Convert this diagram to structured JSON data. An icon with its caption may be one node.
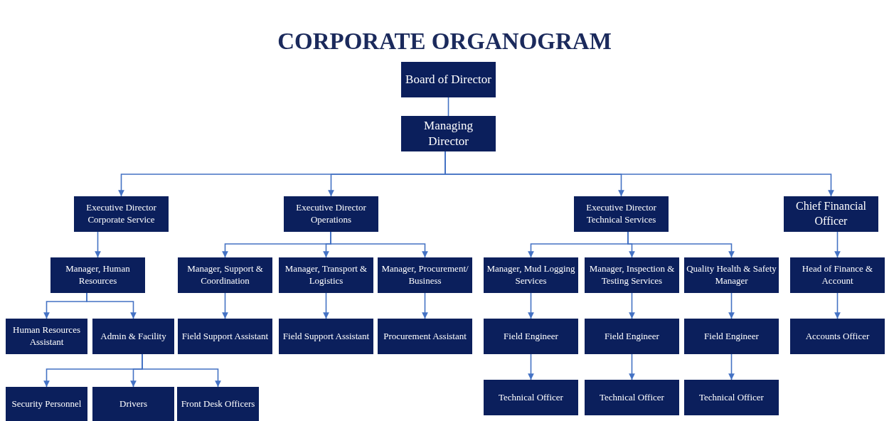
{
  "diagram": {
    "title": "CORPORATE ORGANOGRAM",
    "nodes": [
      {
        "text": [
          "Board of Director"
        ]
      },
      {
        "text": [
          "Managing Director"
        ]
      },
      {
        "text": [
          "Executive Director Corporate Service"
        ]
      },
      {
        "text": [
          "Executive Director Operations"
        ]
      },
      {
        "text": [
          "Executive Director Technical Services"
        ]
      },
      {
        "text": [
          "Chief Financial Officer"
        ]
      },
      {
        "text": [
          "Manager, Human Resources"
        ]
      },
      {
        "text": [
          "Manager, Support & Coordination"
        ]
      },
      {
        "text": [
          "Manager, Transport & Logistics"
        ]
      },
      {
        "text": [
          "Manager, Procurement/ Business"
        ]
      },
      {
        "text": [
          "Manager, Mud Logging Services"
        ]
      },
      {
        "text": [
          "Manager, Inspection & Testing Services"
        ]
      },
      {
        "text": [
          "Quality Health & Safety Manager"
        ]
      },
      {
        "text": [
          "Head of Finance & Account"
        ]
      },
      {
        "text": [
          "Human Resources Assistant"
        ]
      },
      {
        "text": [
          "Admin & Facility"
        ]
      },
      {
        "text": [
          "Field Support Assistant"
        ]
      },
      {
        "text": [
          "Field Support Assistant"
        ]
      },
      {
        "text": [
          "Procurement Assistant"
        ]
      },
      {
        "text": [
          "Field Engineer"
        ]
      },
      {
        "text": [
          "Field Engineer"
        ]
      },
      {
        "text": [
          "Field Engineer"
        ]
      },
      {
        "text": [
          "Accounts Officer"
        ]
      },
      {
        "text": [
          "Security Personnel"
        ]
      },
      {
        "text": [
          "Drivers"
        ]
      },
      {
        "text": [
          "Front Desk Officers"
        ]
      },
      {
        "text": [
          "Technical Officer"
        ]
      },
      {
        "text": [
          "Technical Officer"
        ]
      },
      {
        "text": [
          "Technical Officer"
        ]
      }
    ],
    "edges": [
      {
        "from": 0,
        "to": 1,
        "arrow": "none"
      },
      {
        "from": 1,
        "to": 2,
        "arrow": "to"
      },
      {
        "from": 1,
        "to": 3,
        "arrow": "to"
      },
      {
        "from": 1,
        "to": 4,
        "arrow": "to"
      },
      {
        "from": 1,
        "to": 5,
        "arrow": "to"
      },
      {
        "from": 2,
        "to": 6,
        "arrow": "to"
      },
      {
        "from": 3,
        "to": 7,
        "arrow": "to"
      },
      {
        "from": 3,
        "to": 8,
        "arrow": "to"
      },
      {
        "from": 3,
        "to": 9,
        "arrow": "to"
      },
      {
        "from": 4,
        "to": 10,
        "arrow": "to"
      },
      {
        "from": 4,
        "to": 11,
        "arrow": "to"
      },
      {
        "from": 4,
        "to": 12,
        "arrow": "to"
      },
      {
        "from": 5,
        "to": 13,
        "arrow": "to"
      },
      {
        "from": 6,
        "to": 14,
        "arrow": "to"
      },
      {
        "from": 6,
        "to": 15,
        "arrow": "to"
      },
      {
        "from": 7,
        "to": 16,
        "arrow": "to"
      },
      {
        "from": 8,
        "to": 17,
        "arrow": "to"
      },
      {
        "from": 9,
        "to": 18,
        "arrow": "to"
      },
      {
        "from": 10,
        "to": 19,
        "arrow": "to"
      },
      {
        "from": 11,
        "to": 20,
        "arrow": "to"
      },
      {
        "from": 12,
        "to": 21,
        "arrow": "to"
      },
      {
        "from": 13,
        "to": 22,
        "arrow": "to"
      },
      {
        "from": 15,
        "to": 23,
        "arrow": "to"
      },
      {
        "from": 15,
        "to": 24,
        "arrow": "to"
      },
      {
        "from": 15,
        "to": 25,
        "arrow": "to"
      },
      {
        "from": 19,
        "to": 26,
        "arrow": "to"
      },
      {
        "from": 20,
        "to": 27,
        "arrow": "to"
      },
      {
        "from": 21,
        "to": 28,
        "arrow": "to"
      }
    ]
  }
}
